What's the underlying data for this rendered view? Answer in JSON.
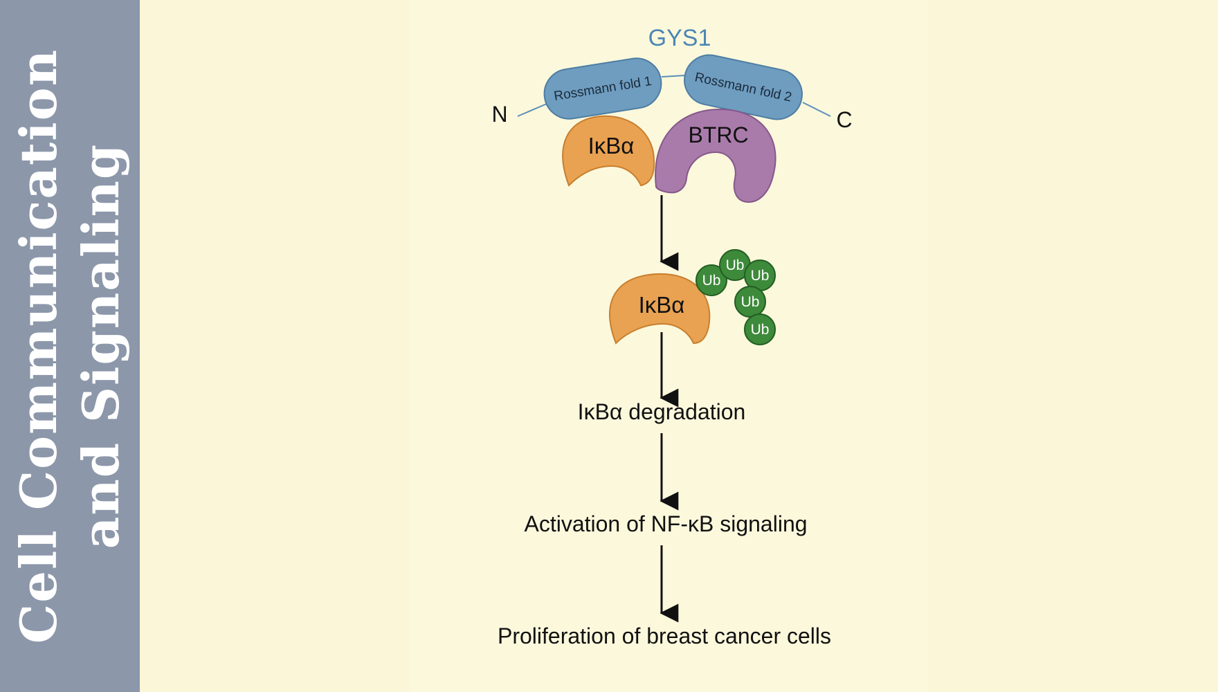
{
  "sidebar": {
    "line1": "Cell Communication",
    "line2": "and Signaling"
  },
  "diagram": {
    "protein_name": "GYS1",
    "n_terminus": "N",
    "c_terminus": "C",
    "domain1": "Rossmann fold 1",
    "domain2": "Rossmann fold 2",
    "ikba_label": "IκBα",
    "btrc_label": "BTRC",
    "ikba_ub_label": "IκBα",
    "ub_label": "Ub",
    "step1": "IκBα degradation",
    "step2": "Activation of NF-κB signaling",
    "step3": "Proliferation of breast cancer cells"
  },
  "colors": {
    "sidebar": "#8c97aa",
    "background": "#fbf6d8",
    "gys1_text": "#4a86b4",
    "rossmann_fill": "#6f9dc0",
    "ikba_fill": "#e9a252",
    "btrc_fill": "#a97bab",
    "ub_fill": "#3d8a3a"
  }
}
